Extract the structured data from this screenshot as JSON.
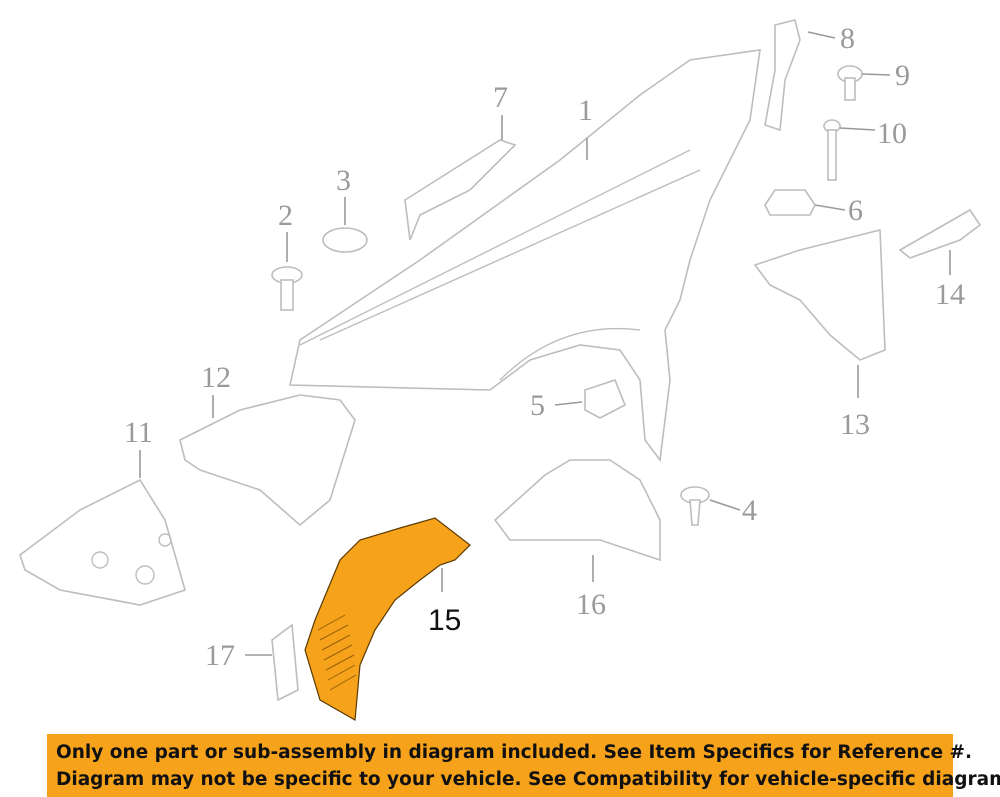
{
  "diagram": {
    "callouts": [
      "1",
      "2",
      "3",
      "4",
      "5",
      "6",
      "7",
      "8",
      "9",
      "10",
      "11",
      "12",
      "13",
      "14",
      "15",
      "16",
      "17"
    ],
    "highlighted_part": "15",
    "highlight_color": "#f7a21b"
  },
  "banner": {
    "line1": "Only one part or sub-assembly in diagram included. See Item Specifics for Reference #.",
    "line2": "Diagram may not be specific to your vehicle. See Compatibility for vehicle-specific diagrams.",
    "color": "#f7a21b"
  }
}
